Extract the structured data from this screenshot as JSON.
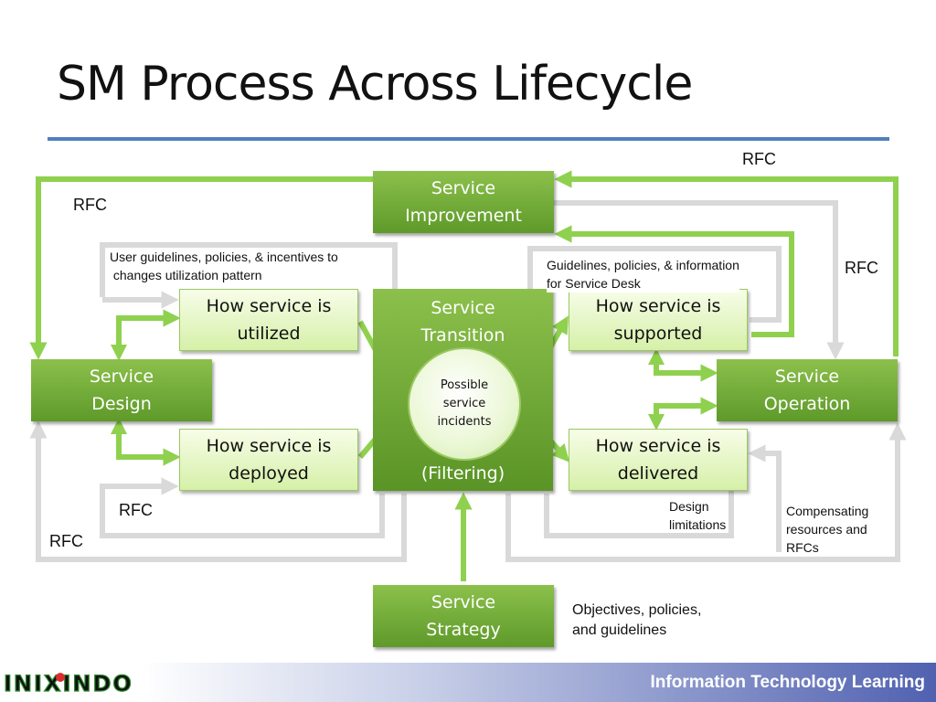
{
  "title": "SM Process Across Lifecycle",
  "boxes": {
    "improvement": "Service\nImprovement",
    "design": "Service\nDesign",
    "operation": "Service\nOperation",
    "strategy": "Service\nStrategy",
    "transition_title": "Service\nTransition",
    "transition_filter": "(Filtering)",
    "utilized": "How service is\nutilized",
    "deployed": "How service is\ndeployed",
    "supported": "How service is\nsupported",
    "delivered": "How service is\ndelivered",
    "incidents": "Possible\nservice\nincidents"
  },
  "labels": {
    "rfc_top": "RFC",
    "rfc_upper_left": "RFC",
    "rfc_right": "RFC",
    "rfc_lower_inner": "RFC",
    "rfc_lower_outer": "RFC",
    "user_guidelines": "User guidelines, policies, & incentives to\n changes utilization pattern",
    "service_desk": "Guidelines, policies, & information\nfor Service Desk",
    "design_limitations": "Design\nlimitations",
    "compensating": "Compensating\nresources and\nRFCs",
    "objectives": "Objectives, policies,\nand guidelines"
  },
  "footer": {
    "text": "Information Technology Learning",
    "logo_text": "INIXINDO"
  },
  "colors": {
    "dark_green": "#6ea83a",
    "light_green": "#e6f6c6",
    "arrow_green": "#8fd14f",
    "arrow_gray": "#d9d9d9",
    "rule_blue": "#4f7fbf"
  }
}
